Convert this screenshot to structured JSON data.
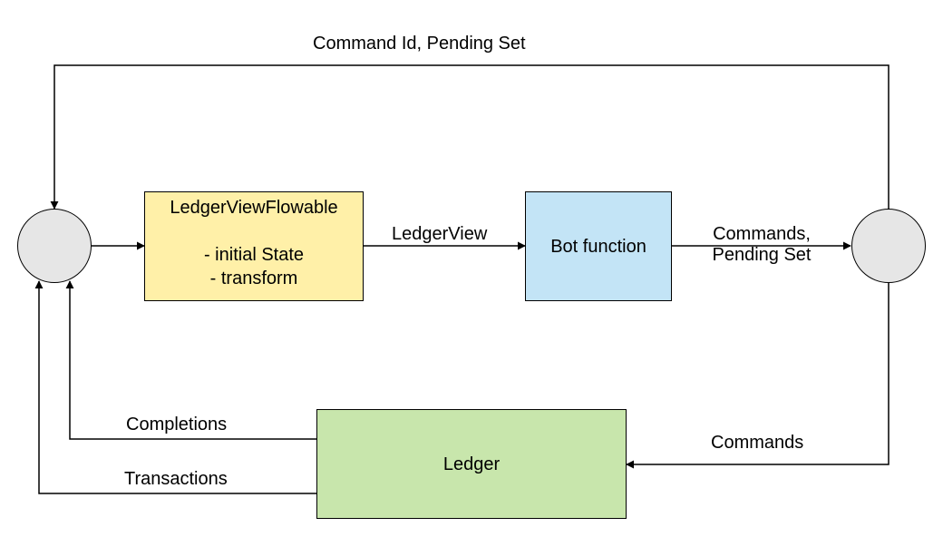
{
  "colors": {
    "stroke": "#000000",
    "node_fill": "#e6e6e6",
    "ledger_view_flowable_fill": "#fff0a8",
    "bot_function_fill": "#c3e4f6",
    "ledger_fill": "#c8e6ac"
  },
  "boxes": {
    "ledger_view_flowable": {
      "title": "LedgerViewFlowable",
      "items": [
        "- initial State",
        "- transform"
      ]
    },
    "bot_function": {
      "title": "Bot function"
    },
    "ledger": {
      "title": "Ledger"
    }
  },
  "edges": {
    "feedback": "Command Id, Pending Set",
    "ledger_view": "LedgerView",
    "commands_pending": [
      "Commands,",
      "Pending Set"
    ],
    "commands": "Commands",
    "completions": "Completions",
    "transactions": "Transactions"
  }
}
